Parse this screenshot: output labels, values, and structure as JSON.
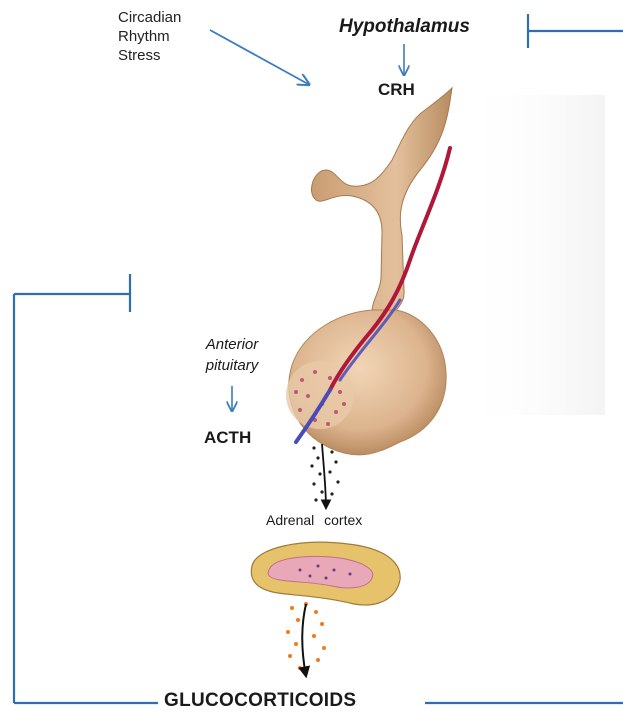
{
  "diagram": {
    "inputs": [
      "Circadian",
      "Rhythm",
      "Stress"
    ],
    "hypothalamus": "Hypothalamus",
    "crh": "CRH",
    "anterior_pituitary": [
      "Anterior",
      "pituitary"
    ],
    "acth": "ACTH",
    "adrenal_cortex": "Adrenal cortex",
    "glucocorticoids": "GLUCOCORTICOIDS"
  },
  "colors": {
    "feedback_line": "#2f6fb0",
    "arrow": "#3a7cc0",
    "tissue": "#dcb48e",
    "tissue_dark": "#b68a5c",
    "vessel_red": "#b0183a",
    "vessel_blue": "#4a4ab8",
    "adrenal_outer": "#e6c36a",
    "adrenal_inner": "#e8a8b8",
    "dots_orange": "#f07a20"
  }
}
